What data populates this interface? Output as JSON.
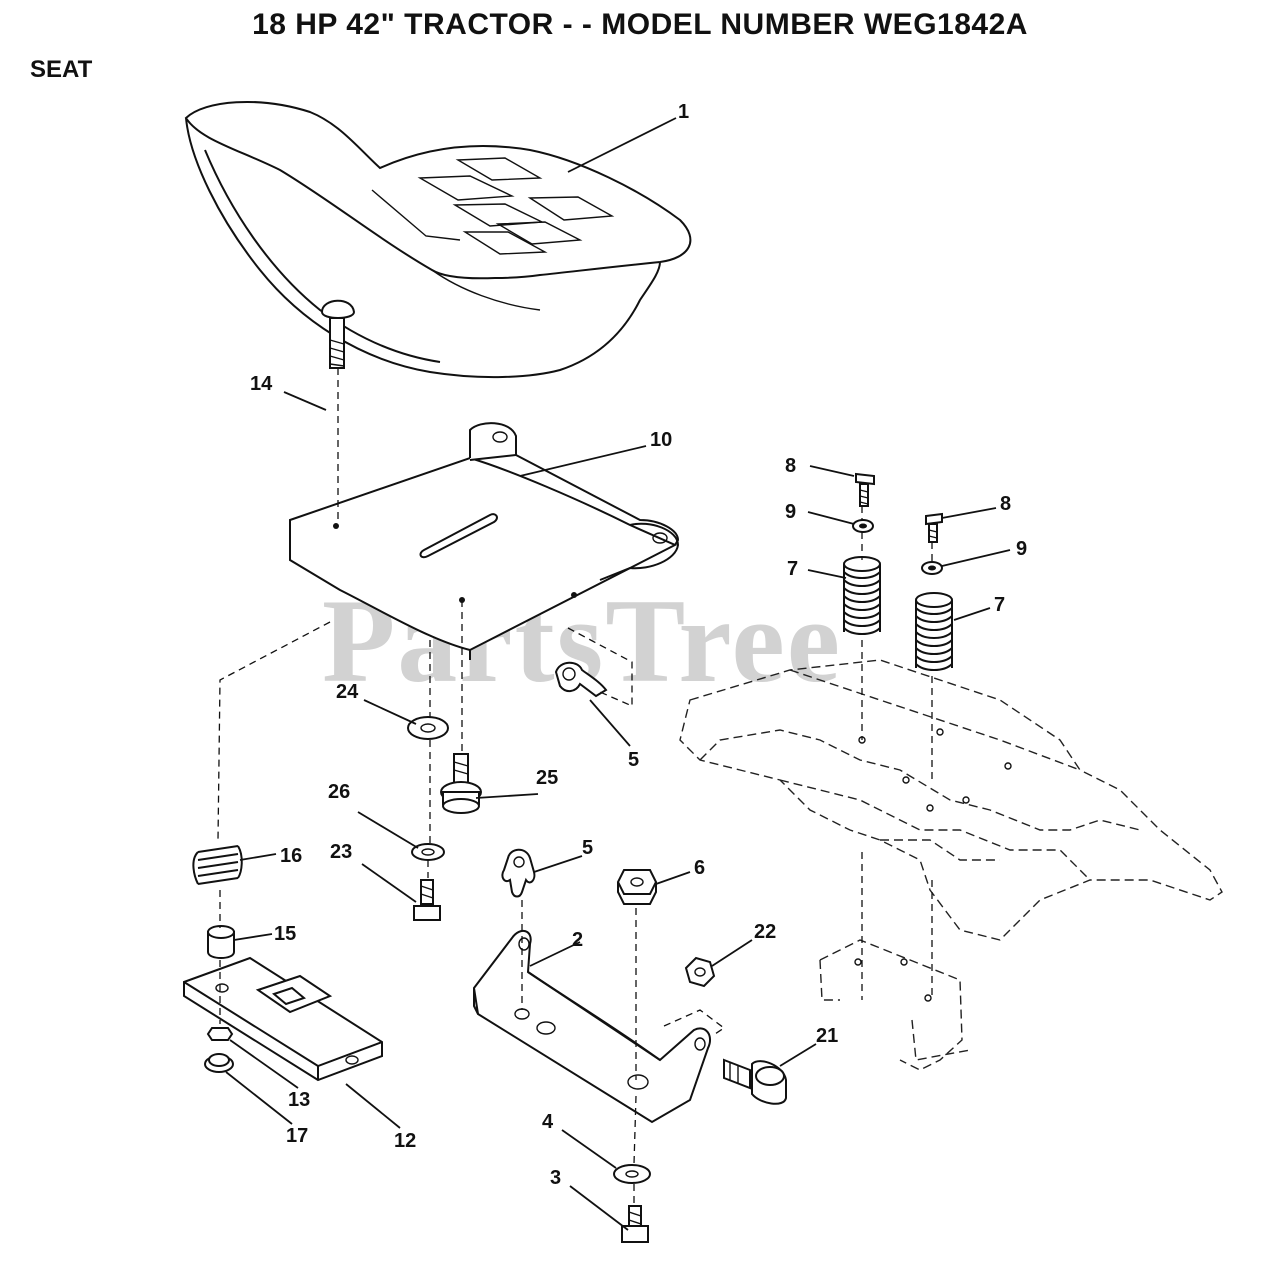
{
  "title": "18 HP 42\" TRACTOR - - MODEL NUMBER WEG1842A",
  "section": "SEAT",
  "watermark": "PartsTree",
  "callouts": {
    "c1": "1",
    "c2": "2",
    "c3": "3",
    "c4": "4",
    "c5a": "5",
    "c5b": "5",
    "c6": "6",
    "c7a": "7",
    "c7b": "7",
    "c8a": "8",
    "c8b": "8",
    "c9a": "9",
    "c9b": "9",
    "c10": "10",
    "c12": "12",
    "c13": "13",
    "c14": "14",
    "c15": "15",
    "c16": "16",
    "c17": "17",
    "c21": "21",
    "c22": "22",
    "c23": "23",
    "c24": "24",
    "c25": "25",
    "c26": "26"
  }
}
